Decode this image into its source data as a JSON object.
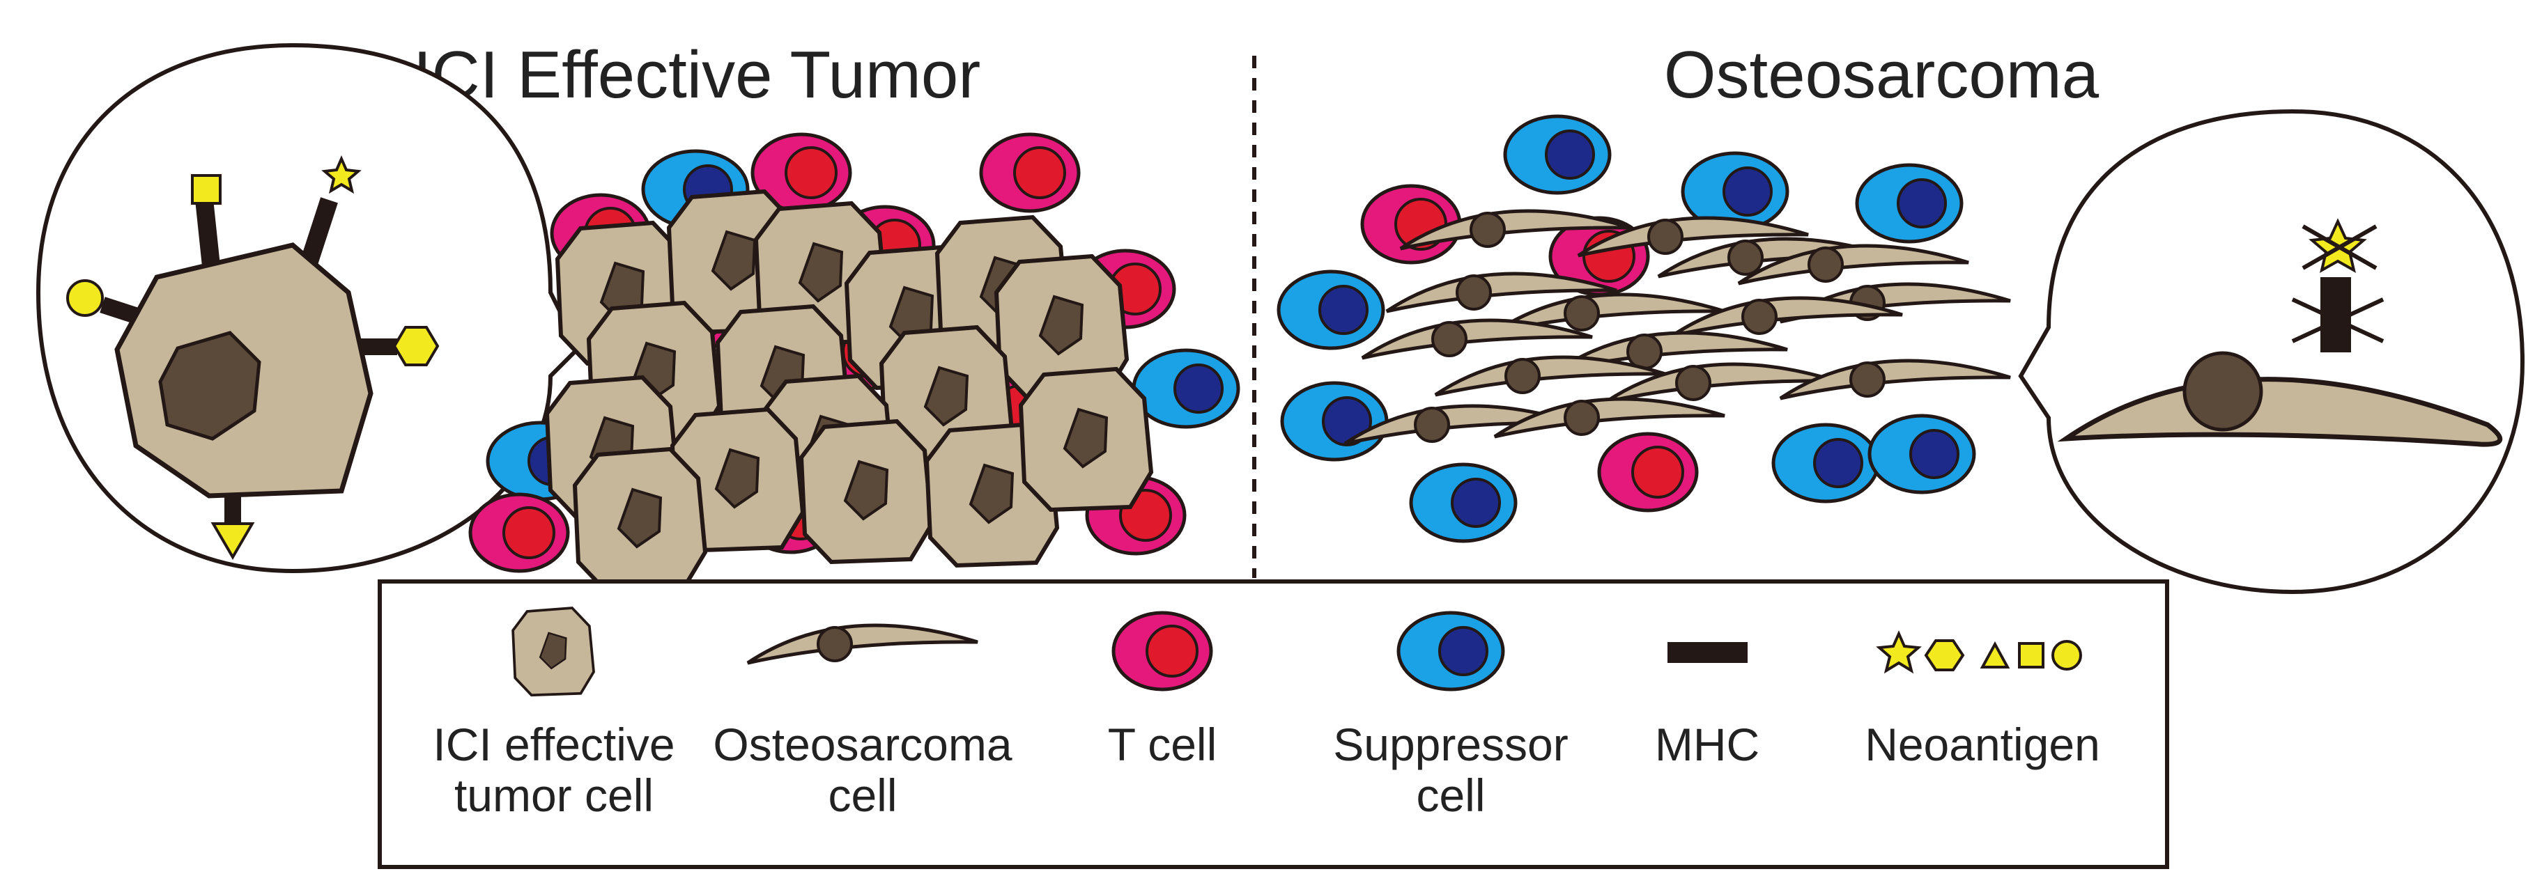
{
  "colors": {
    "tumor_fill": "#c6b79a",
    "nucleus_fill": "#5b4a3a",
    "tcell_outer": "#e5197c",
    "tcell_inner": "#e0192c",
    "suppressor_outer": "#1ba1e6",
    "suppressor_inner": "#1d2a8a",
    "mhc": "#231815",
    "neoantigen": "#f2ea1e",
    "outline": "#231815"
  },
  "headings": {
    "left": "ICI Effective Tumor",
    "right": "Osteosarcoma"
  },
  "legend": {
    "ici_cell": [
      "ICI effective",
      "tumor cell"
    ],
    "osteo_cell": [
      "Osteosarcoma",
      "cell"
    ],
    "t_cell": [
      "T cell"
    ],
    "suppressor_cell": [
      "Suppressor",
      "cell"
    ],
    "mhc": [
      "MHC"
    ],
    "neoantigen": [
      "Neoantigen"
    ]
  },
  "icons": {
    "neoantigen_shapes": [
      "star",
      "hexagon",
      "triangle",
      "square",
      "circle"
    ],
    "loss_markers": [
      "cross-mark",
      "cross-mark"
    ]
  }
}
